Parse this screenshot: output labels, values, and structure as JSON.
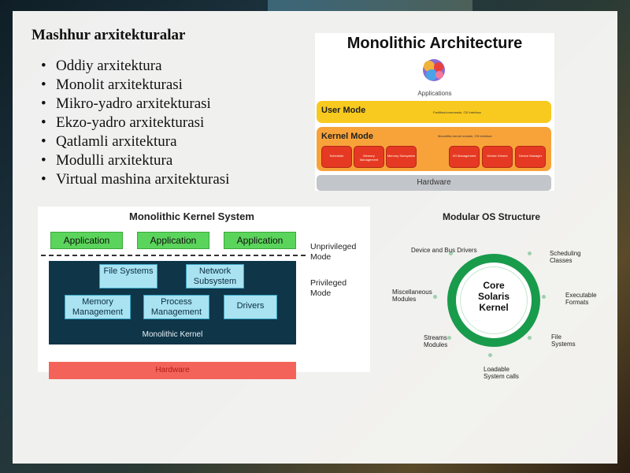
{
  "slide": {
    "title": "Mashhur arxitekturalar",
    "bullets": [
      "Oddiy arxitektura",
      "Monolit arxitekturasi",
      "Mikro-yadro arxitekturasi",
      "Ekzo-yadro arxitekturasi",
      "Qatlamli arxitektura",
      "Modulli arxitektura",
      "Virtual mashina arxitekturasi"
    ]
  },
  "monolithic_architecture": {
    "title": "Monolithic Architecture",
    "applications_label": "Applications",
    "user_mode": "User Mode",
    "user_mode_note": "Facilities/commands, OS Interface",
    "kernel_mode": "Kernel Mode",
    "kernel_mode_note": "Monolithic kernel module, OS interface",
    "kernel_components": [
      "Scheduler",
      "Memory Management",
      "Memory Subsystem",
      "I/O Management",
      "Device Drivers",
      "Device Manager"
    ],
    "hardware": "Hardware",
    "colors": {
      "user_mode": "#f8c91f",
      "kernel_mode": "#f7a33a",
      "component": "#e53923",
      "hardware": "#c2c5c9"
    }
  },
  "monolithic_kernel_system": {
    "title": "Monolithic Kernel System",
    "applications": [
      "Application",
      "Application",
      "Application"
    ],
    "unprivileged_mode": "Unprivileged Mode",
    "privileged_mode": "Privileged Mode",
    "components": [
      "File Systems",
      "Network Subsystem",
      "Memory Management",
      "Process Management",
      "Drivers"
    ],
    "kernel_label": "Monolithic Kernel",
    "hardware": "Hardware",
    "colors": {
      "application": "#5bd45b",
      "kernel_bg": "#0f3548",
      "component": "#a9e3f2",
      "hardware": "#f4635a"
    }
  },
  "modular_os": {
    "title": "Modular OS Structure",
    "core": "Core Solaris Kernel",
    "modules": [
      "Device and Bus Drivers",
      "Scheduling Classes",
      "Miscellaneous Modules",
      "Executable Formats",
      "Streams Modules",
      "File Systems",
      "Loadable System calls"
    ],
    "colors": {
      "ring": "#199b4c"
    }
  }
}
